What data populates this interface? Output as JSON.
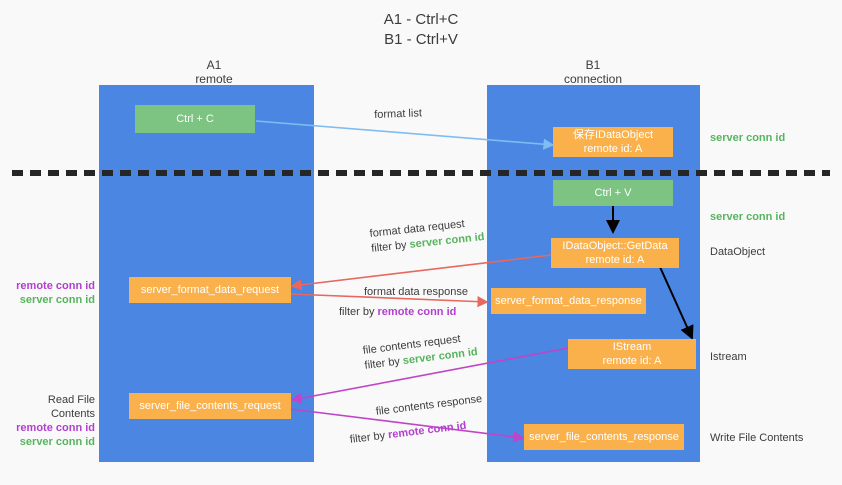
{
  "title": {
    "line1": "A1 - Ctrl+C",
    "line2": "B1 - Ctrl+V"
  },
  "columns": [
    {
      "name": "A1",
      "sub": "remote"
    },
    {
      "name": "B1",
      "sub": "connection"
    }
  ],
  "boxes": {
    "ctrl_c": {
      "label": "Ctrl + C"
    },
    "ctrl_v": {
      "label": "Ctrl + V"
    },
    "save_idataobject": {
      "line1": "保存IDataObject",
      "line2": "remote id: A"
    },
    "getdata": {
      "line1": "IDataObject::GetData",
      "line2": "remote id: A"
    },
    "istream": {
      "line1": "IStream",
      "line2": "remote id: A"
    },
    "server_format_data_request": {
      "label": "server_format_data_request"
    },
    "server_format_data_response": {
      "label": "server_format_data_response"
    },
    "server_file_contents_request": {
      "label": "server_file_contents_request"
    },
    "server_file_contents_response": {
      "label": "server_file_contents_response"
    }
  },
  "edge_labels": {
    "format_list": "format list",
    "format_data_request": "format data request",
    "format_data_request_filter_pre": "filter by ",
    "format_data_request_filter_key": "server conn id",
    "format_data_response": "format data response",
    "format_data_response_filter_pre": "filter by ",
    "format_data_response_filter_key": "remote conn id",
    "file_contents_request": "file contents request",
    "file_contents_request_filter_pre": "filter by ",
    "file_contents_request_filter_key": "server conn id",
    "file_contents_response": "file contents response",
    "file_contents_response_filter_pre": "filter by ",
    "file_contents_response_filter_key": "remote conn id"
  },
  "left_labels": {
    "group1_remote": "remote conn id",
    "group1_server": "server conn id",
    "read_file_contents": "Read File Contents",
    "group2_remote": "remote conn id",
    "group2_server": "server conn id"
  },
  "right_labels": {
    "server_conn_id_top": "server conn id",
    "server_conn_id_mid": "server conn id",
    "dataobject": "DataObject",
    "istream": "Istream",
    "write_file_contents": "Write File Contents"
  },
  "colors": {
    "panel": "#4a86e2",
    "green_box": "#7dc382",
    "orange_box": "#fbb14b",
    "green_text": "#57b45e",
    "purple_text": "#b23fcf",
    "blue_arrow": "#7fbdf0",
    "red_arrow": "#e8675f",
    "magenta_arrow": "#c044c8",
    "black_arrow": "#000000"
  }
}
